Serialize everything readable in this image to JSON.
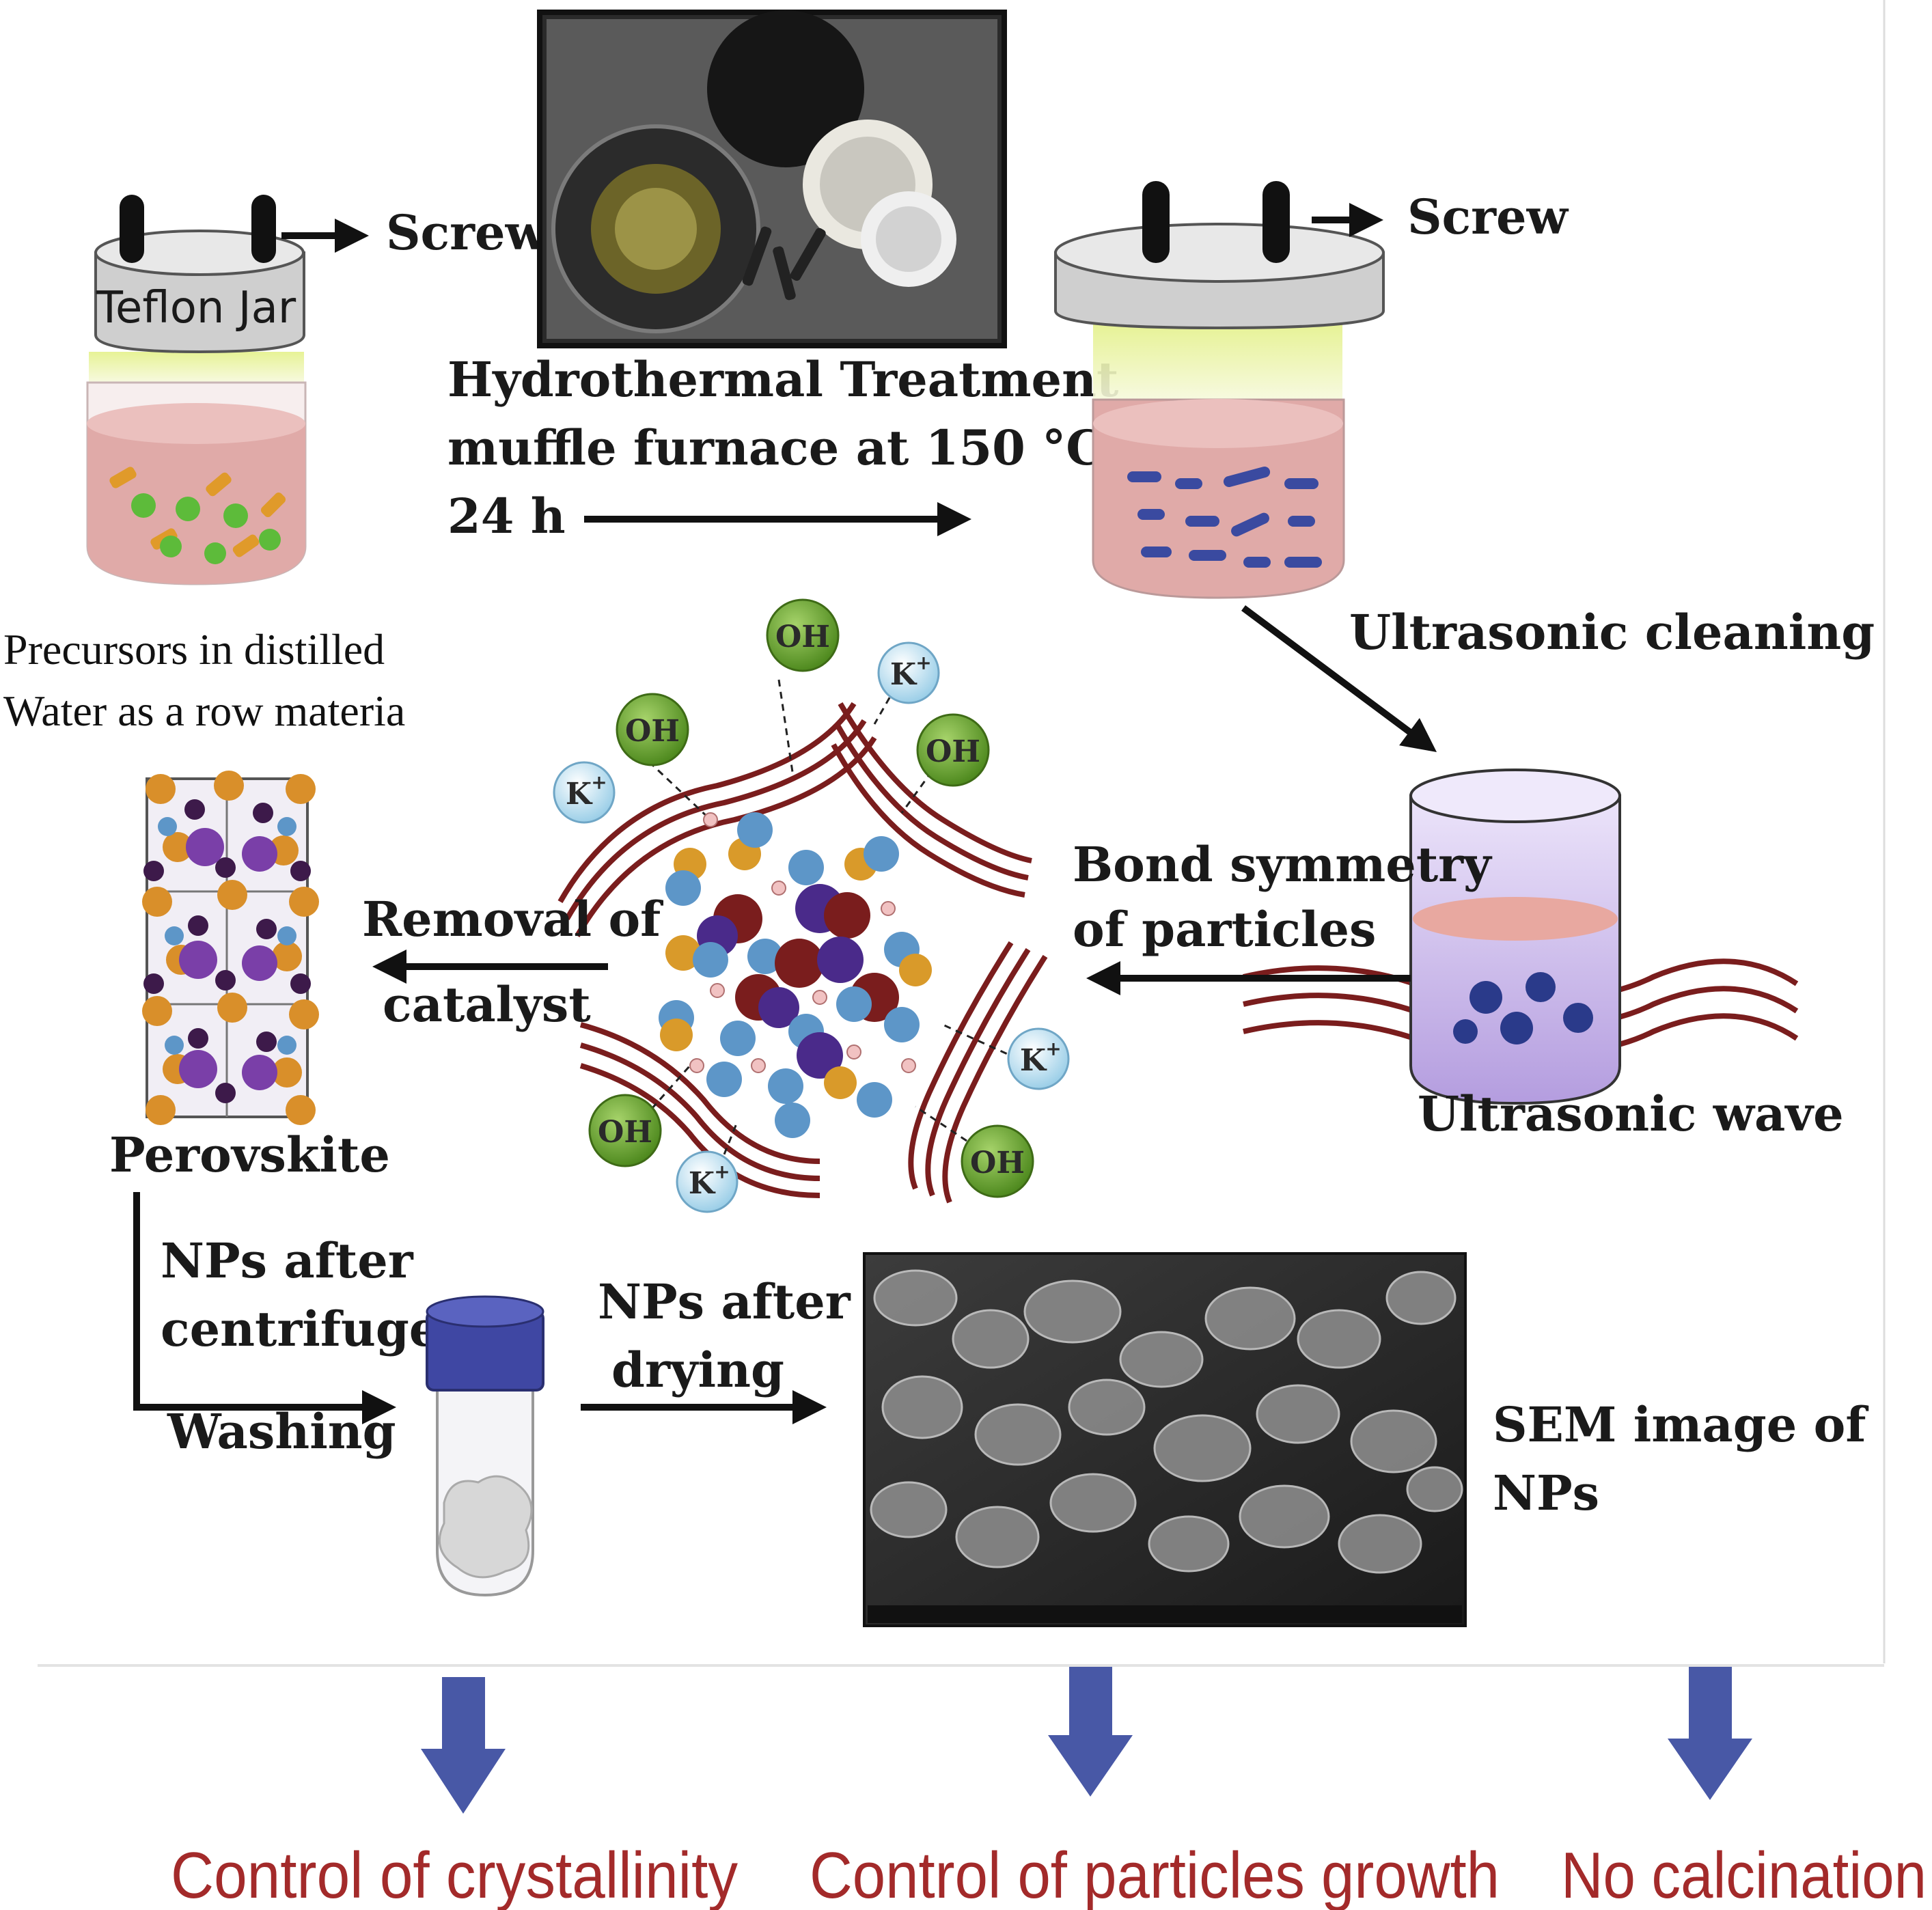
{
  "colors": {
    "arrow_blue": "#4858a6",
    "bottom_text": "#a32a2a",
    "ribbon": "#7a1d1d",
    "jar_lid": "#d4d4d4",
    "jar_glow": "#e9f3a8",
    "liquid": "#e0aaa8",
    "oh_ball": "#5f9a2a",
    "k_ball": "#b9ddf0",
    "beaker": "#c8b8e8",
    "tube_cap": "#3f47a3"
  },
  "labels": {
    "teflon_jar": "Teflon Jar",
    "screw_left": "Screw",
    "screw_right": "Screw",
    "hydro_line1": "Hydrothermal Treatment",
    "hydro_line2": "muffle furnace at 150 °C for",
    "hydro_line3": "24 h",
    "precursors_line1": "Precursors in distilled",
    "precursors_line2": "Water as a row materia",
    "ultrasonic_cleaning": "Ultrasonic cleaning",
    "bond_line1": "Bond symmetry",
    "bond_line2": "of particles",
    "ultrasonic_wave": "Ultrasonic wave",
    "removal_line1": "Removal of",
    "removal_line2": "catalyst",
    "perovskite": "Perovskite",
    "centrifuge_line1": "NPs after",
    "centrifuge_line2": "centrifuge",
    "washing": "Washing",
    "drying_line1": "NPs after",
    "drying_line2": "drying",
    "sem_line1": "SEM image of",
    "sem_line2": "NPs"
  },
  "ions": {
    "oh": "OH",
    "k": "K",
    "k_sup": "+"
  },
  "outcomes": [
    "Control of crystallinity",
    "Control of particles growth",
    "No calcination"
  ]
}
